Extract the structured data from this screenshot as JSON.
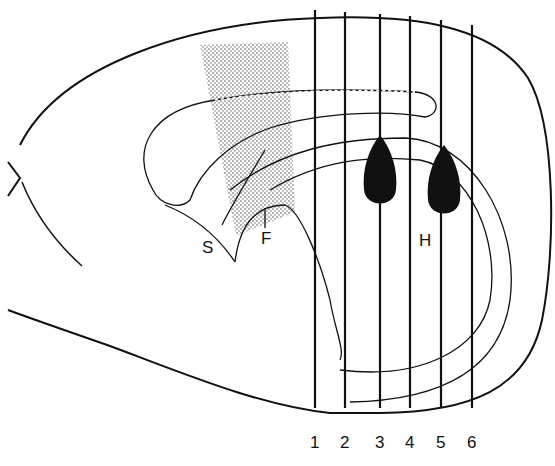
{
  "diagram": {
    "labels": [
      "S",
      "F",
      "H",
      "1",
      "2",
      "3",
      "4",
      "5",
      "6"
    ]
  }
}
